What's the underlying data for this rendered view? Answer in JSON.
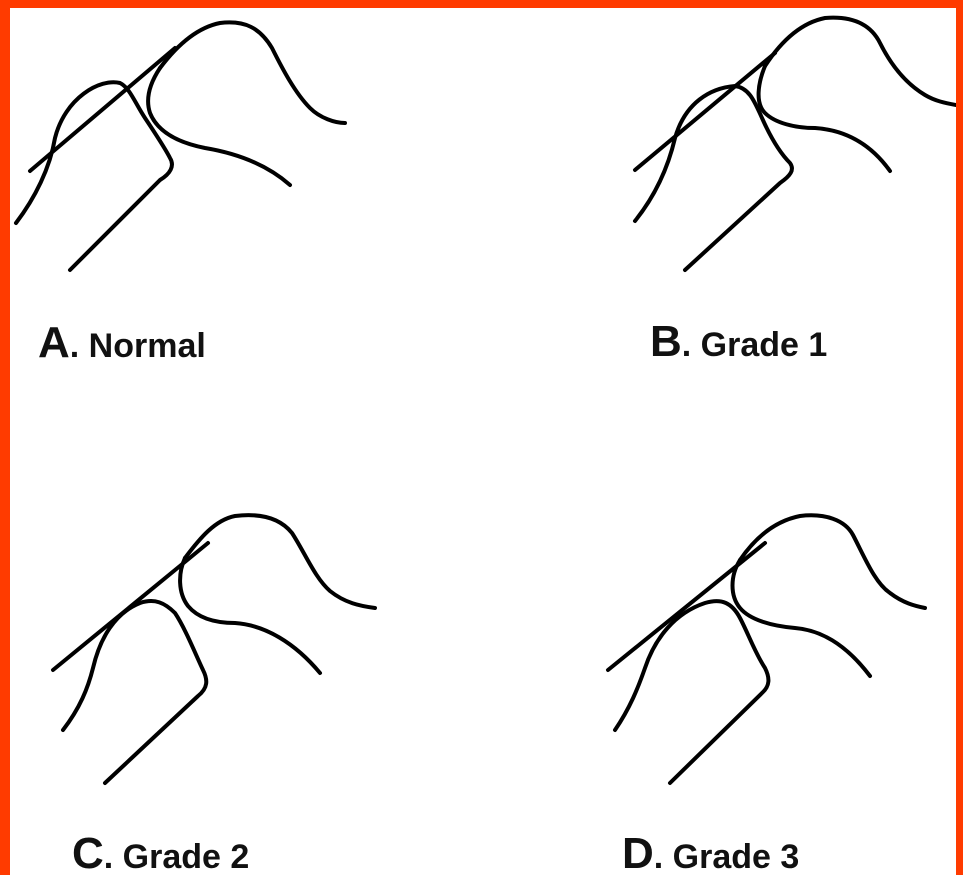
{
  "panels": [
    {
      "letter": "A",
      "text": ". Normal"
    },
    {
      "letter": "B",
      "text": ". Grade 1"
    },
    {
      "letter": "C",
      "text": ". Grade 2"
    },
    {
      "letter": "D",
      "text": ". Grade 3"
    }
  ],
  "colors": {
    "border": "#ff3b00",
    "background": "#ffffff",
    "line": "#000000",
    "left_edge": "#1a1a7a"
  }
}
